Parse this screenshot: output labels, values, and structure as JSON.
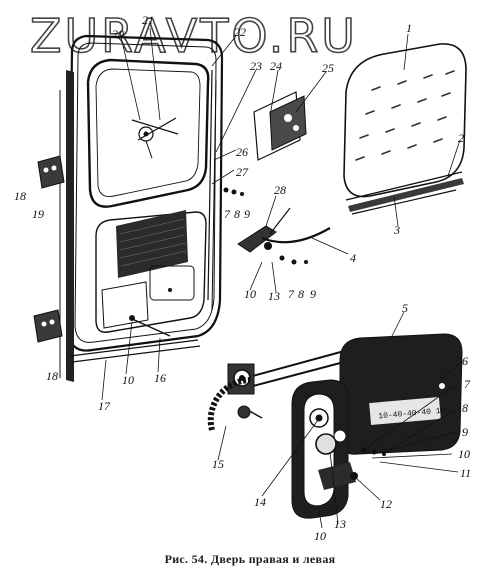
{
  "watermark": "ZURAVTO.RU",
  "caption": "Рис. 54. Дверь правая и левая",
  "labels": {
    "n1": "1",
    "n2": "2",
    "n3": "3",
    "n4": "4",
    "n5": "5",
    "n6": "6",
    "n7a": "7",
    "n8a": "8",
    "n9a": "9",
    "n10a": "10",
    "n13a": "13",
    "n7b": "7",
    "n8b": "8",
    "n9b": "9",
    "n7c": "7",
    "n8c": "8",
    "n9c": "9",
    "n10c": "10",
    "n11": "11",
    "n12": "12",
    "n13c": "13",
    "n10d": "10",
    "n14": "14",
    "n15": "15",
    "n10b": "10",
    "n16": "16",
    "n17": "17",
    "n18a": "18",
    "n18b": "18",
    "n19": "19",
    "n20": "20",
    "n21": "21",
    "n22": "22",
    "n23": "23",
    "n24": "24",
    "n25": "25",
    "n26": "26",
    "n27": "27",
    "n28": "28"
  },
  "plate_text": "10-40-40-40 10"
}
